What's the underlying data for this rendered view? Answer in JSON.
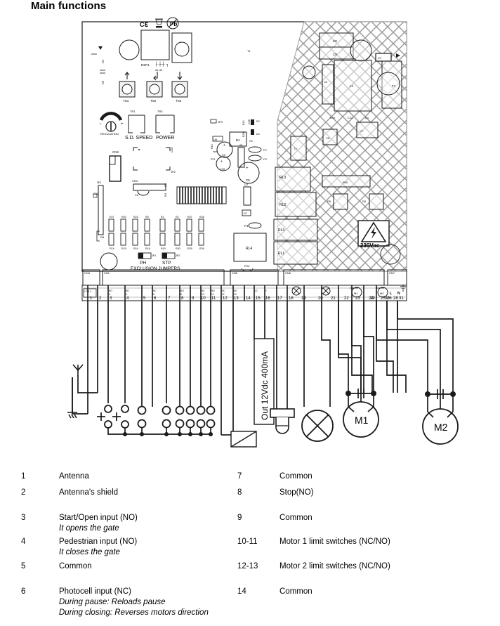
{
  "page": {
    "title": "Main functions"
  },
  "board": {
    "display_label": "DSP1",
    "buttons": [
      {
        "name": "TS1",
        "arrow": "up"
      },
      {
        "name": "TS2",
        "arrow": "enter"
      },
      {
        "name": "TS3",
        "arrow": "down"
      }
    ],
    "trimmer_label": "REGULATION",
    "trimmer_minus": "-",
    "trimmer_plus": "+",
    "pot_labels": [
      "S.D. SPEED",
      "POWER"
    ],
    "pot_refs": [
      "TR1",
      "TR2"
    ],
    "jumpers": {
      "ph": "PH",
      "stp": "STP",
      "caption": "EXCLUSION JUMPERS"
    },
    "relays": [
      "RL3",
      "RL2",
      "RL3",
      "RL1"
    ],
    "hv_warning": "230Vac",
    "connectors": [
      "CN4",
      "CN1",
      "CN5",
      "CN6",
      "CN7"
    ],
    "component_refs": [
      "CN2",
      "CN3",
      "U1",
      "U2",
      "U3",
      "U4",
      "U5",
      "U6",
      "C1",
      "C2",
      "C3",
      "C4",
      "C5",
      "C6",
      "C8",
      "C9",
      "C10",
      "C11",
      "C13",
      "C14",
      "C15",
      "C16",
      "D1",
      "D2",
      "D3",
      "D4",
      "D5",
      "D6",
      "D7",
      "D8",
      "F2",
      "F3",
      "F4",
      "T1",
      "B1",
      "RL4",
      "RT1",
      "RT2",
      "R1",
      "R2",
      "R5",
      "R7",
      "R14",
      "R15",
      "R16",
      "R17",
      "R18",
      "R19",
      "R20",
      "R21",
      "R22",
      "R23",
      "R25",
      "R26",
      "R27",
      "R28",
      "JP1",
      "JP2",
      "JP3"
    ],
    "certs": [
      "CE",
      "WEEE",
      "Pb-free"
    ]
  },
  "terminals": {
    "numbers": [
      "1",
      "2",
      "3",
      "4",
      "5",
      "6",
      "7",
      "8",
      "9",
      "10",
      "11",
      "12",
      "13",
      "14",
      "15",
      "16",
      "17",
      "18",
      "19",
      "20",
      "21",
      "22",
      "23",
      "24",
      "25",
      "26",
      "27",
      "28",
      "29",
      "30",
      "31"
    ],
    "mains": {
      "live": "L",
      "neutral": "N",
      "earth": "earth-symbol"
    }
  },
  "wiring": {
    "psu_output_label": "Out 12Vdc 400mA",
    "motor1": "M1",
    "motor2": "M2",
    "antenna_symbol": "antenna-icon",
    "ground_symbol": "ground-icon",
    "lamp_symbol": "flashing-lamp-icon",
    "indicator_symbol": "indicator-lamp-icon"
  },
  "legend": {
    "left": [
      {
        "num": "1",
        "text": "Antenna",
        "sub": []
      },
      {
        "num": "2",
        "text": "Antenna's shield",
        "sub": []
      },
      {
        "num": "3",
        "text": "Start/Open input (NO)",
        "sub": [
          "It opens the gate"
        ]
      },
      {
        "num": "4",
        "text": "Pedestrian input (NO)",
        "sub": [
          "It closes the gate"
        ]
      },
      {
        "num": "5",
        "text": "Common",
        "sub": []
      },
      {
        "num": "6",
        "text": "Photocell input (NC)",
        "sub": [
          "During pause: Reloads pause",
          "During closing: Reverses motors direction"
        ]
      }
    ],
    "right": [
      {
        "num": "7",
        "text": "Common",
        "sub": []
      },
      {
        "num": "8",
        "text": "Stop(NO)",
        "sub": []
      },
      {
        "num": "9",
        "text": "Common",
        "sub": []
      },
      {
        "num": "10-11",
        "text": "Motor 1 limit switches (NC/NO)",
        "sub": []
      },
      {
        "num": "12-13",
        "text": "Motor 2 limit switches (NC/NO)",
        "sub": []
      },
      {
        "num": "14",
        "text": "Common",
        "sub": []
      }
    ]
  },
  "colors": {
    "line": "#1a1a1a",
    "hatch": "#9a9a9a",
    "text": "#000000",
    "background": "#ffffff"
  }
}
